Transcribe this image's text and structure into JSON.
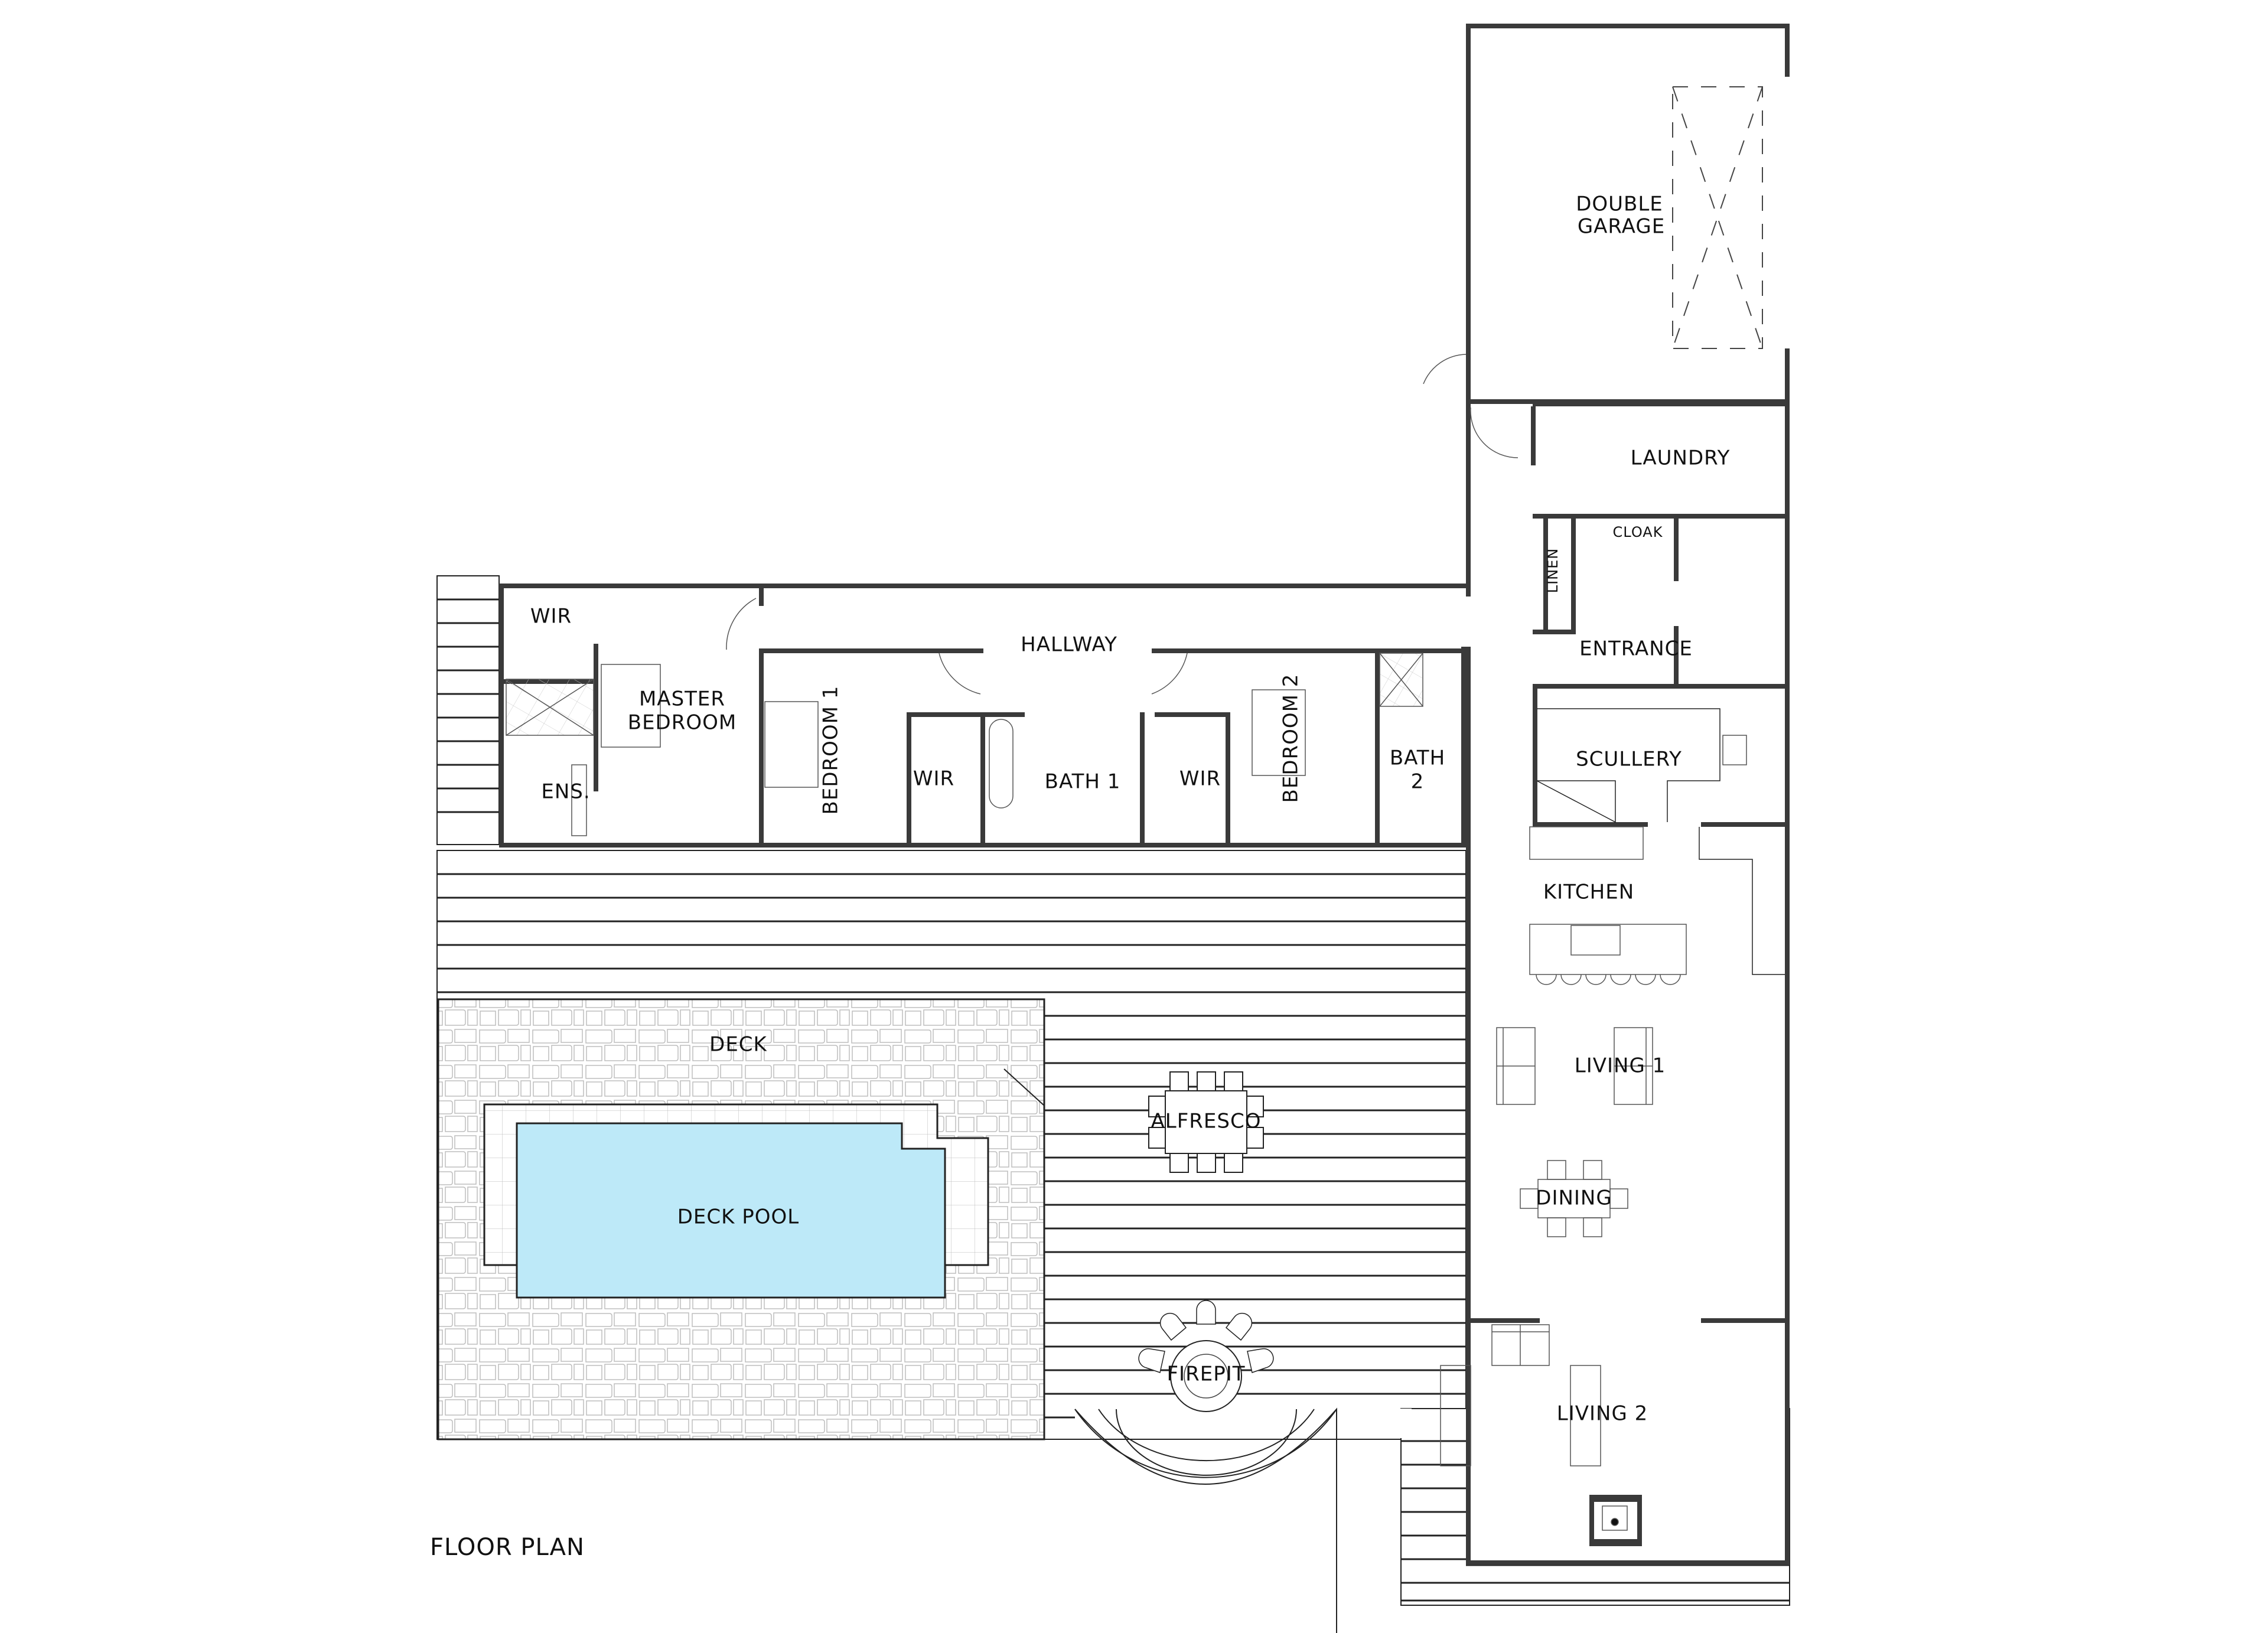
{
  "title": "FLOOR PLAN",
  "colors": {
    "wall": "#3a3a3a",
    "pool_water": "#bde9f8",
    "stone_deck": "#f2f2f2",
    "background": "#ffffff"
  },
  "rooms": {
    "double_garage": "DOUBLE\nGARAGE",
    "double_garage_line1": "DOUBLE",
    "double_garage_line2": "GARAGE",
    "laundry": "LAUNDRY",
    "cloak": "CLOAK",
    "linen": "LINEN",
    "entrance": "ENTRANCE",
    "scullery": "SCULLERY",
    "kitchen": "KITCHEN",
    "living_1": "LIVING 1",
    "dining": "DINING",
    "living_2": "LIVING 2",
    "hallway": "HALLWAY",
    "master_wir": "WIR",
    "master_bedroom_line1": "MASTER",
    "master_bedroom_line2": "BEDROOM",
    "ensuite": "ENS.",
    "bedroom_1": "BEDROOM 1",
    "wir_1": "WIR",
    "bath_1": "BATH 1",
    "wir_2": "WIR",
    "bedroom_2": "BEDROOM 2",
    "bath_2_line1": "BATH",
    "bath_2_line2": "2"
  },
  "outdoor": {
    "deck": "DECK",
    "deck_pool": "DECK POOL",
    "alfresco": "ALFRESCO",
    "firepit": "FIREPIT"
  }
}
